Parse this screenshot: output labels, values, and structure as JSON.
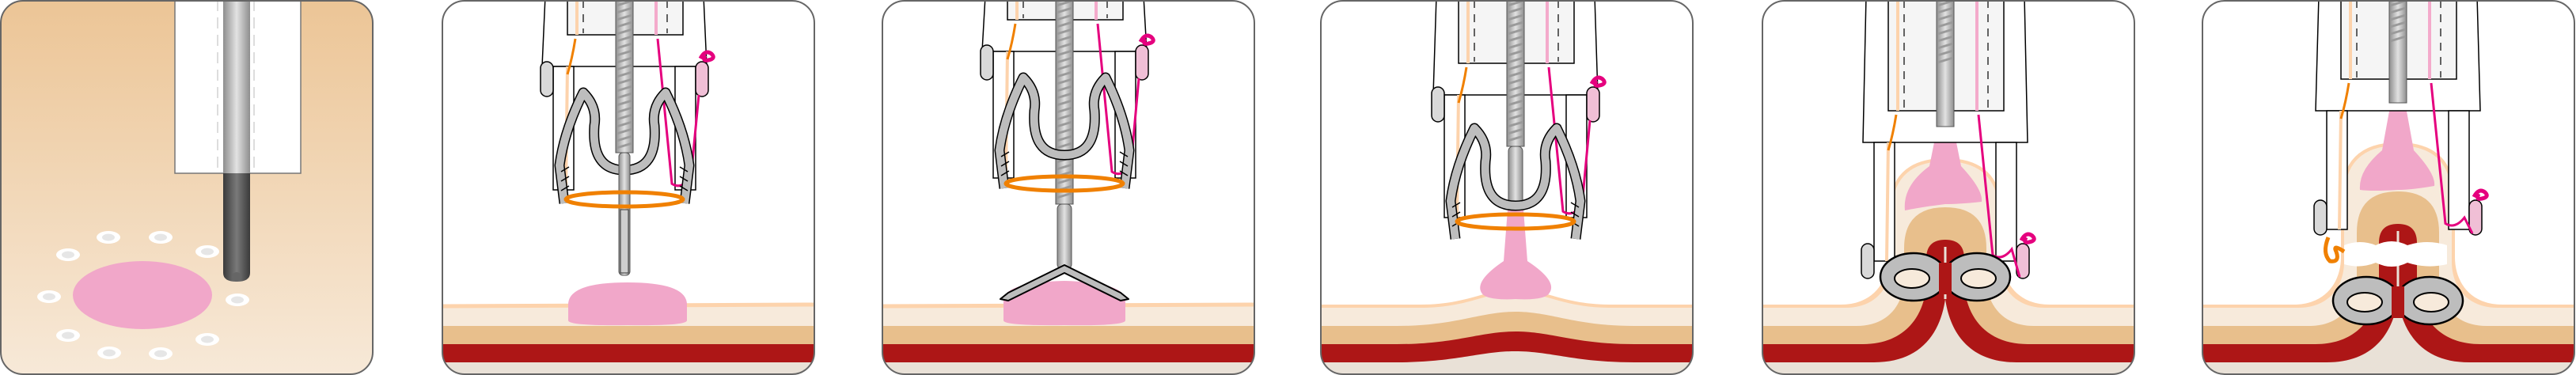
{
  "figure": {
    "panels": [
      {
        "scene": "top-view-marking"
      },
      {
        "scene": "approach-grasper"
      },
      {
        "scene": "grasp-lesion"
      },
      {
        "scene": "pull-into-cap"
      },
      {
        "scene": "clip-release"
      },
      {
        "scene": "snare-resection"
      }
    ],
    "colors": {
      "panel_border": "#666666",
      "background_top": "#ecc596",
      "background_bottom": "#f7e9d8",
      "lesion_pink": "#f1a7c9",
      "mucosa_light": "#f7eadb",
      "mucosa_line": "#fdd3ac",
      "submucosa_tan": "#e8bf8c",
      "muscle_red": "#ad1616",
      "serosa_grey": "#e9e1d7",
      "snare_orange": "#f08000",
      "thread_magenta": "#e5007e",
      "metal_grey": "#bdbdbd"
    }
  }
}
